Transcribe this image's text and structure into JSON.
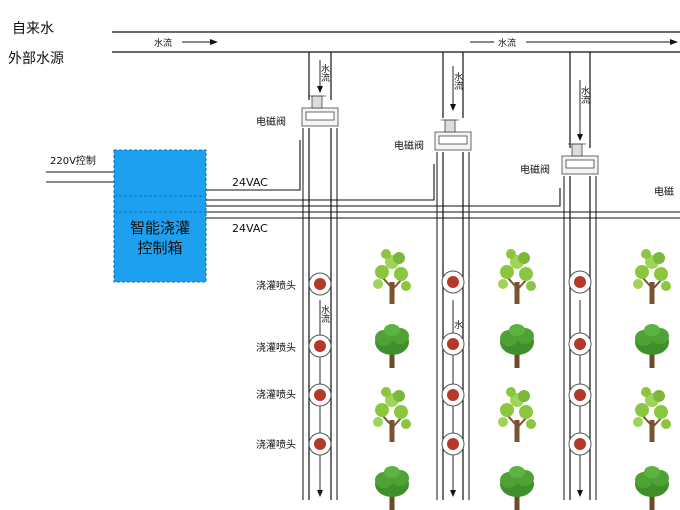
{
  "labels": {
    "tap_water": "自来水",
    "external_source": "外部水源",
    "water_flow": "水流",
    "valve": "电磁阀",
    "valve_cut": "电磁",
    "power_input": "220V控制",
    "controller_line1": "智能浇灌",
    "controller_line2": "控制箱",
    "voltage": "24VAC",
    "sprinkler": "浇灌喷头",
    "flow_short": "水"
  },
  "colors": {
    "controller_fill": "#1ea0f0",
    "controller_border": "#0d6db4",
    "pipe": "#111111",
    "sprinkler_fill": "#b33a2a",
    "leaf_light": "#8cc63f",
    "leaf_dark": "#3f8f2a",
    "trunk": "#7a5230"
  }
}
